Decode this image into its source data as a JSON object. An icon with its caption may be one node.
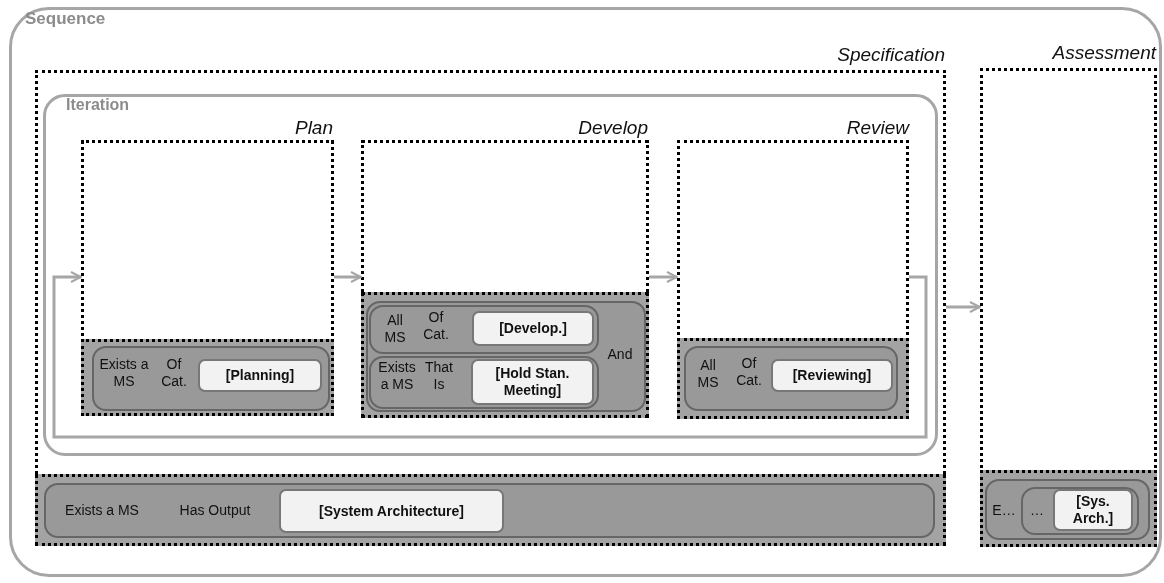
{
  "diagram": {
    "nodes": [
      {
        "text": [
          "Sequence"
        ]
      },
      {
        "text": [
          "Specification"
        ],
        "in": 0
      },
      {
        "text": [
          "Iteration"
        ],
        "in": 1
      },
      {
        "text": [
          "Plan"
        ],
        "in": 2
      },
      {
        "text": [],
        "shape": "box",
        "in": 3
      },
      {
        "text": [
          "Exists a MS",
          "Of Cat."
        ],
        "in": 4
      },
      {
        "text": [
          "[Planning]"
        ],
        "in": 5
      },
      {
        "text": [
          "Develop"
        ],
        "in": 2
      },
      {
        "text": [],
        "shape": "box",
        "in": 7
      },
      {
        "text": [
          "And"
        ],
        "in": 8
      },
      {
        "text": [
          "All MS",
          "Of Cat."
        ],
        "in": 9
      },
      {
        "text": [
          "[Develop.]"
        ],
        "in": 10
      },
      {
        "text": [
          "Exists a MS",
          "That Is"
        ],
        "in": 9
      },
      {
        "text": [
          "[Hold Stan. Meeting]"
        ],
        "in": 12
      },
      {
        "text": [
          "Review"
        ],
        "in": 2
      },
      {
        "text": [],
        "shape": "box",
        "in": 14
      },
      {
        "text": [
          "All MS",
          "Of Cat."
        ],
        "in": 15
      },
      {
        "text": [
          "[Reviewing]"
        ],
        "in": 16
      },
      {
        "text": [],
        "shape": "box",
        "in": 1
      },
      {
        "text": [
          "Exists a MS",
          "Has Output"
        ],
        "in": 18
      },
      {
        "text": [
          "[System Architecture]"
        ],
        "in": 19
      },
      {
        "text": [
          "Assessment"
        ],
        "in": 0
      },
      {
        "text": [],
        "shape": "box",
        "in": 21
      },
      {
        "text": [
          "E…"
        ],
        "in": 22
      },
      {
        "text": [
          "…"
        ],
        "in": 23
      },
      {
        "text": [
          "[Sys. Arch.]"
        ],
        "in": 24
      }
    ],
    "edges": [
      {
        "from": 3,
        "to": 7,
        "arrow": "to"
      },
      {
        "from": 7,
        "to": 14,
        "arrow": "to"
      },
      {
        "from": 14,
        "to": 3,
        "arrow": "to"
      },
      {
        "from": 1,
        "to": 21,
        "arrow": "to"
      }
    ]
  }
}
